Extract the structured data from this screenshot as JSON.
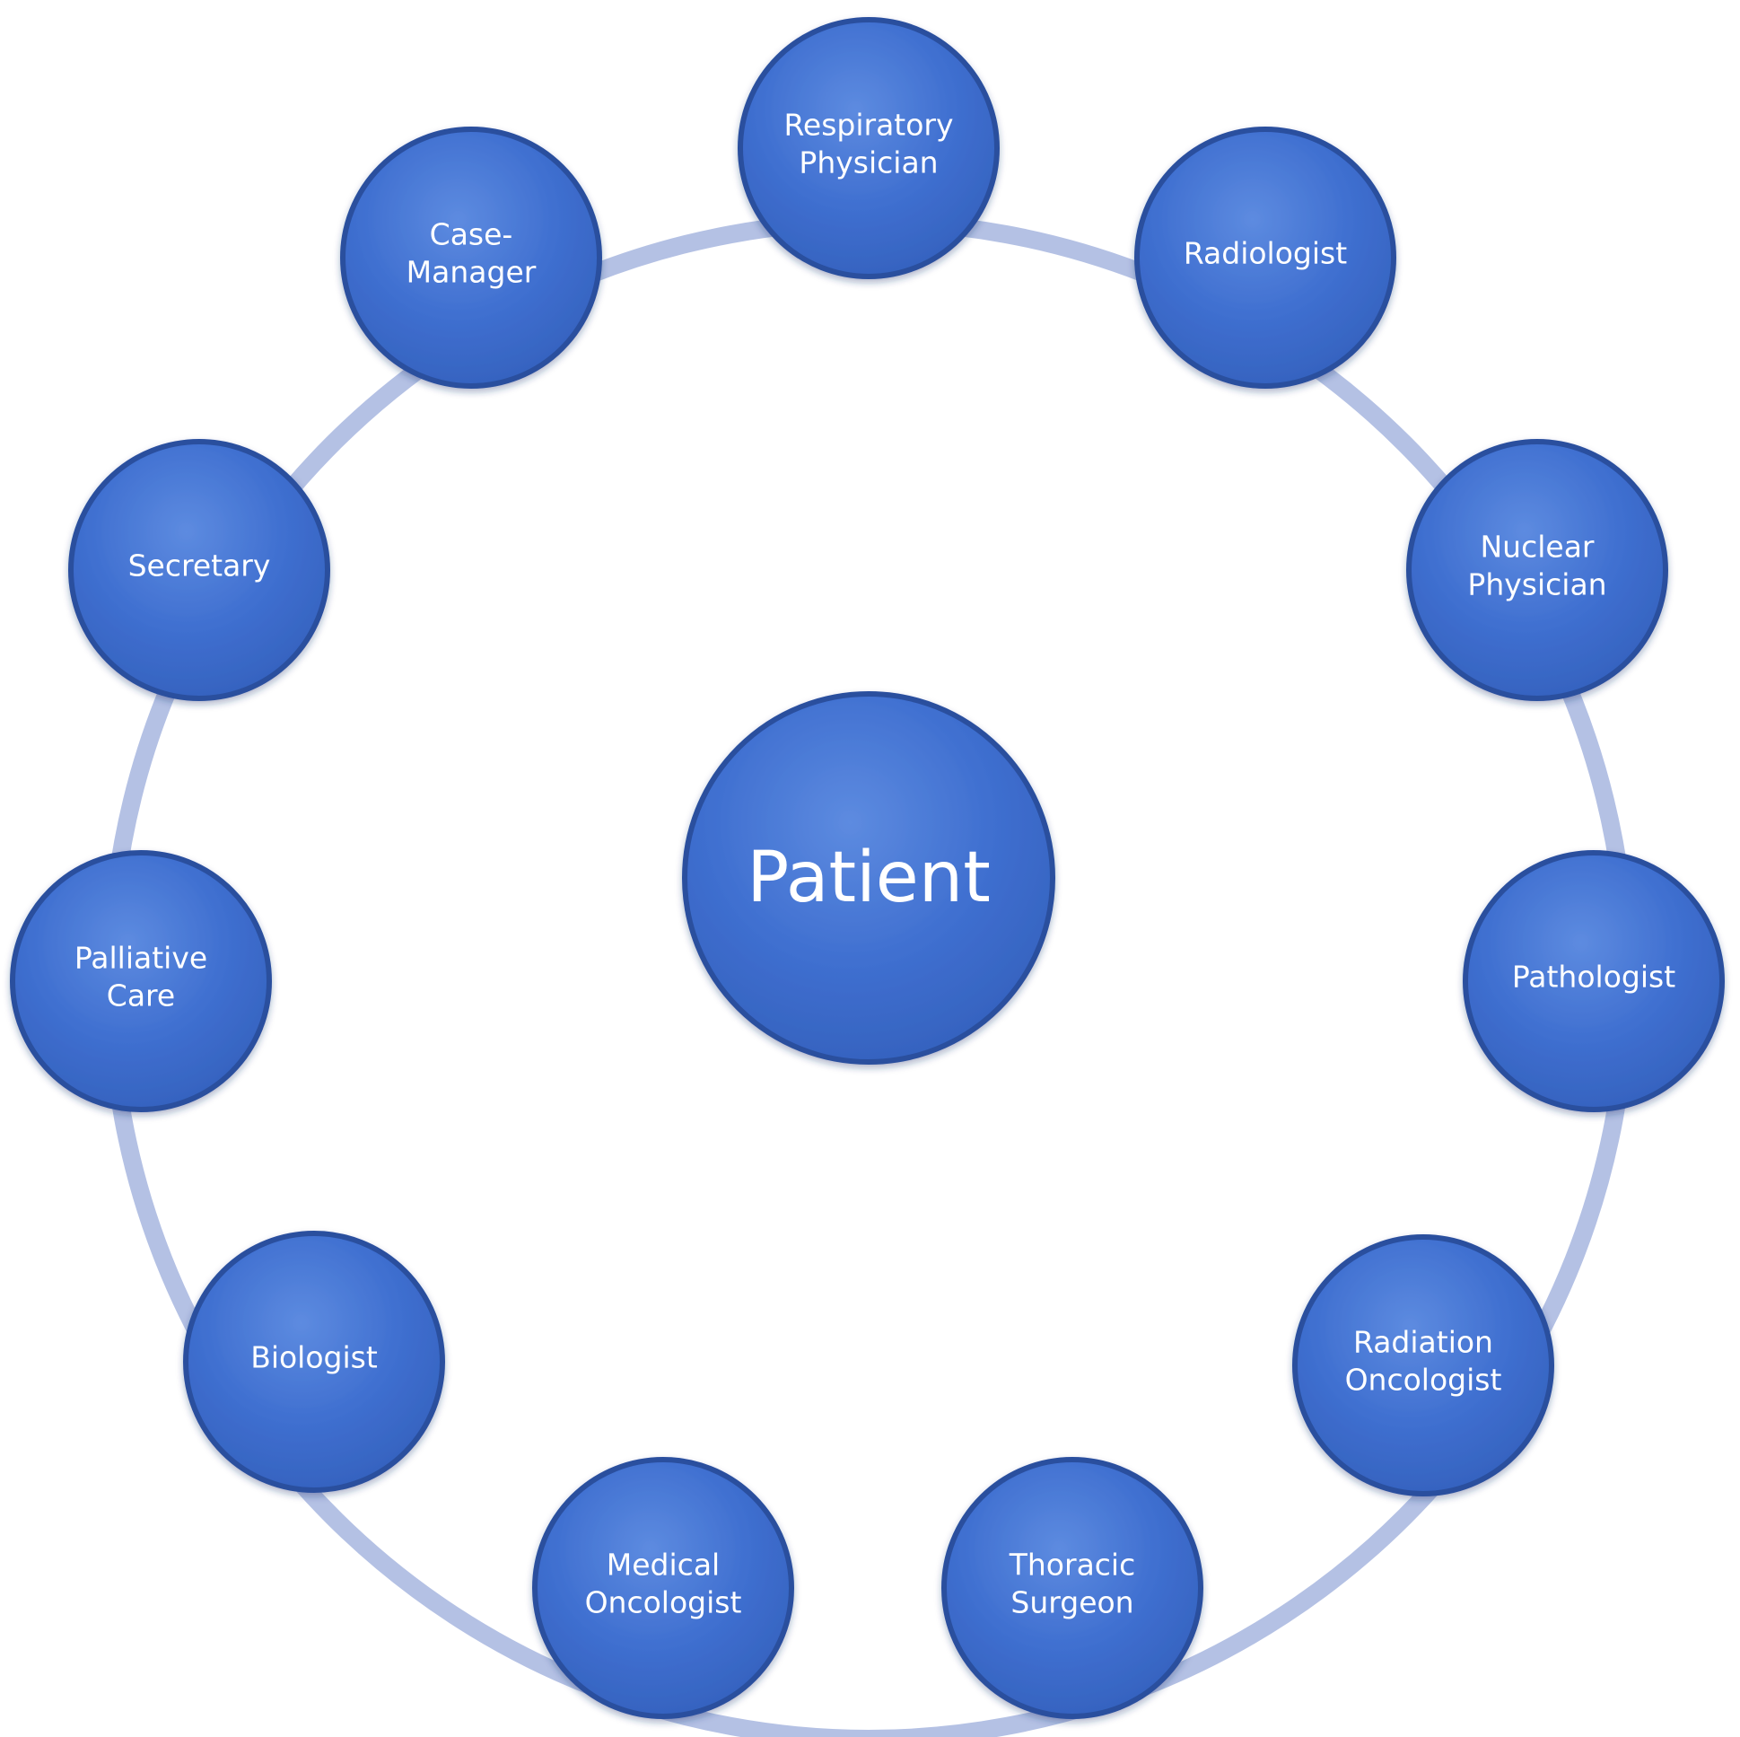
{
  "center": {
    "label": "Patient"
  },
  "nodes": [
    {
      "id": "respiratory-physician",
      "lines": [
        "Respiratory",
        "Physician"
      ]
    },
    {
      "id": "radiologist",
      "lines": [
        "Radiologist"
      ]
    },
    {
      "id": "nuclear-physician",
      "lines": [
        "Nuclear",
        "Physician"
      ]
    },
    {
      "id": "pathologist",
      "lines": [
        "Pathologist"
      ]
    },
    {
      "id": "radiation-oncologist",
      "lines": [
        "Radiation",
        "Oncologist"
      ]
    },
    {
      "id": "thoracic-surgeon",
      "lines": [
        "Thoracic",
        "Surgeon"
      ]
    },
    {
      "id": "medical-oncologist",
      "lines": [
        "Medical",
        "Oncologist"
      ]
    },
    {
      "id": "biologist",
      "lines": [
        "Biologist"
      ]
    },
    {
      "id": "palliative-care",
      "lines": [
        "Palliative",
        "Care"
      ]
    },
    {
      "id": "secretary",
      "lines": [
        "Secretary"
      ]
    },
    {
      "id": "case-manager",
      "lines": [
        "Case-",
        "Manager"
      ]
    }
  ],
  "colors": {
    "node_fill": "#3f6fd0",
    "node_fill_light": "#5b8ae0",
    "node_fill_dark": "#2f57ae",
    "node_stroke": "#2a4f9e",
    "ring": "#b4c1e4",
    "text": "#ffffff",
    "background": "#ffffff"
  }
}
